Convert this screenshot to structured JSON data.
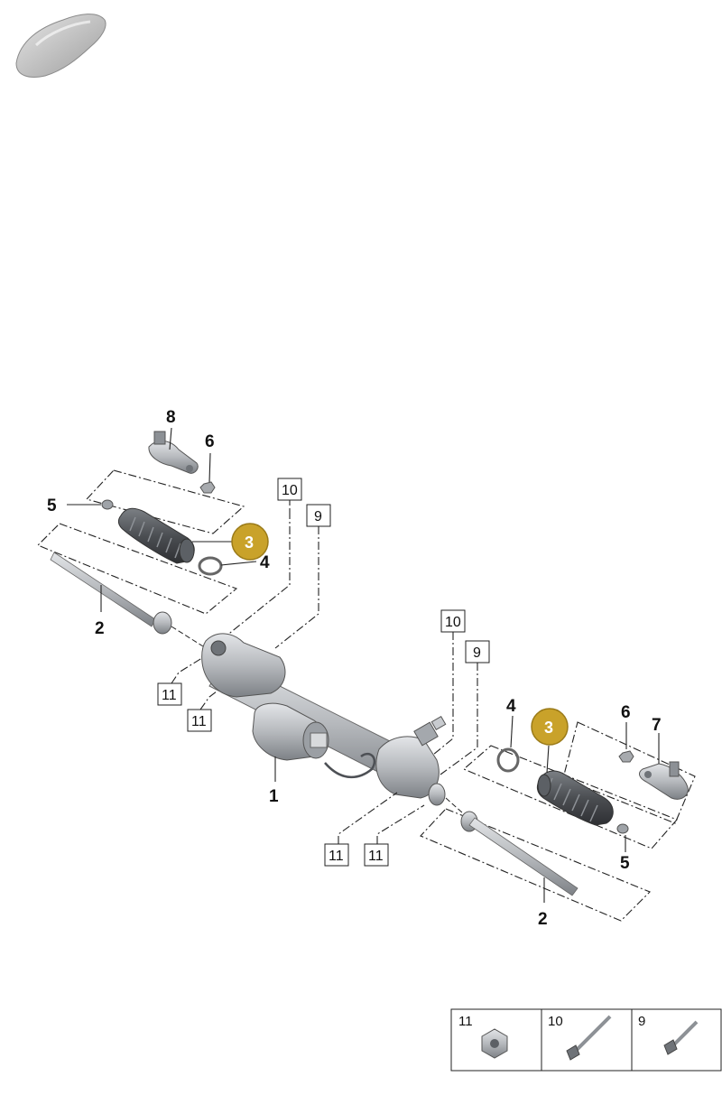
{
  "callouts": {
    "c1": "1",
    "c2_left": "2",
    "c2_right": "2",
    "c3_left": "3",
    "c3_right": "3",
    "c4_left": "4",
    "c4_right": "4",
    "c5_left": "5",
    "c5_right": "5",
    "c6_left": "6",
    "c6_right": "6",
    "c7": "7",
    "c8": "8"
  },
  "boxed_labels": {
    "b10_left": "10",
    "b9_left": "9",
    "b10_right": "10",
    "b9_right": "9",
    "b11_a": "11",
    "b11_b": "11",
    "b11_c": "11",
    "b11_d": "11"
  },
  "legend": {
    "items": [
      {
        "number": "11",
        "icon": "hex-nut-icon"
      },
      {
        "number": "10",
        "icon": "long-bolt-icon"
      },
      {
        "number": "9",
        "icon": "short-bolt-icon"
      }
    ]
  },
  "colors": {
    "highlight": "#c9a22a",
    "part_gray": "#b9bcc0",
    "part_dark": "#6f7378",
    "line": "#222222"
  }
}
